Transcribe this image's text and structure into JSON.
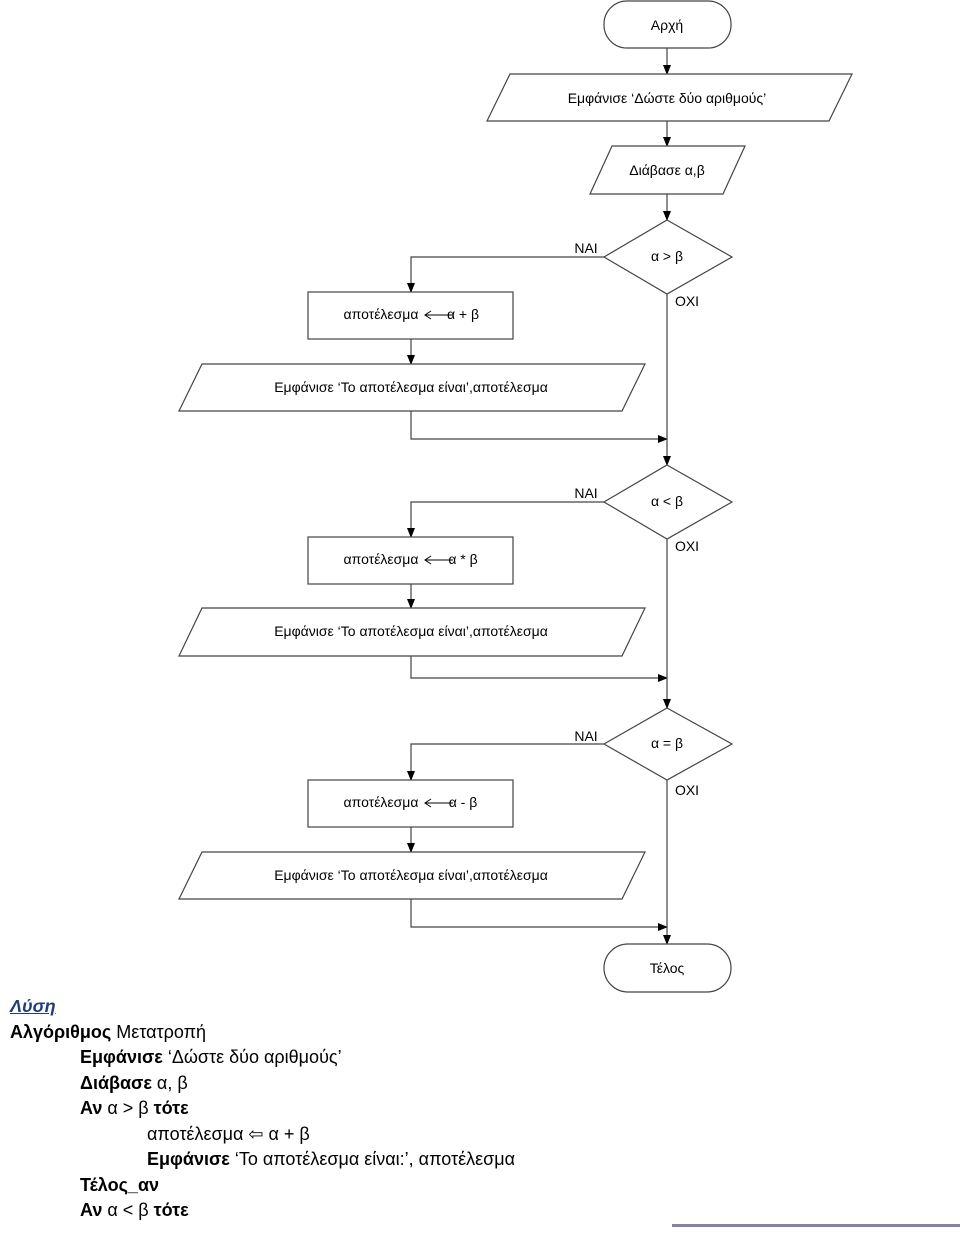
{
  "flowchart": {
    "start": "Αρχή",
    "prompt_output": "Εμφάνισε ‘Δώστε δύο αριθμούς’",
    "read_input": "Διάβασε α,β",
    "decisions": [
      {
        "condition": "α > β",
        "yes_label": "ΝΑΙ",
        "no_label": "ΟΧΙ",
        "assign_var": "αποτέλεσμα",
        "assign_expr": "α + β",
        "output": "Εμφάνισε ‘Το αποτέλεσμα είναι’,αποτέλεσμα"
      },
      {
        "condition": "α < β",
        "yes_label": "ΝΑΙ",
        "no_label": "ΟΧΙ",
        "assign_var": "αποτέλεσμα",
        "assign_expr": "α * β",
        "output": "Εμφάνισε ‘Το αποτέλεσμα είναι’,αποτέλεσμα"
      },
      {
        "condition": "α = β",
        "yes_label": "ΝΑΙ",
        "no_label": "ΟΧΙ",
        "assign_var": "αποτέλεσμα",
        "assign_expr": "α - β",
        "output": "Εμφάνισε ‘Το αποτέλεσμα είναι’,αποτέλεσμα"
      }
    ],
    "end": "Τέλος"
  },
  "solution": {
    "heading": "Λύση",
    "line1": {
      "kw": "Αλγόριθμος",
      "text": " Μετατροπή"
    },
    "line2": {
      "kw": "Εμφάνισε",
      "text": " ‘Δώστε δύο αριθμούς’"
    },
    "line3": {
      "kw": "Διάβασε",
      "text": " α, β"
    },
    "line4": {
      "kw": "Αν",
      "text": " α > β ",
      "kw2": "τότε"
    },
    "line5": {
      "text": "αποτέλεσμα ⇦ α + β"
    },
    "line6": {
      "kw": "Εμφάνισε",
      "text": " ‘Το αποτέλεσμα είναι:’, αποτέλεσμα"
    },
    "line7": {
      "kw": "Τέλος_αν"
    },
    "line8": {
      "kw": "Αν",
      "text": " α < β ",
      "kw2": "τότε"
    }
  }
}
